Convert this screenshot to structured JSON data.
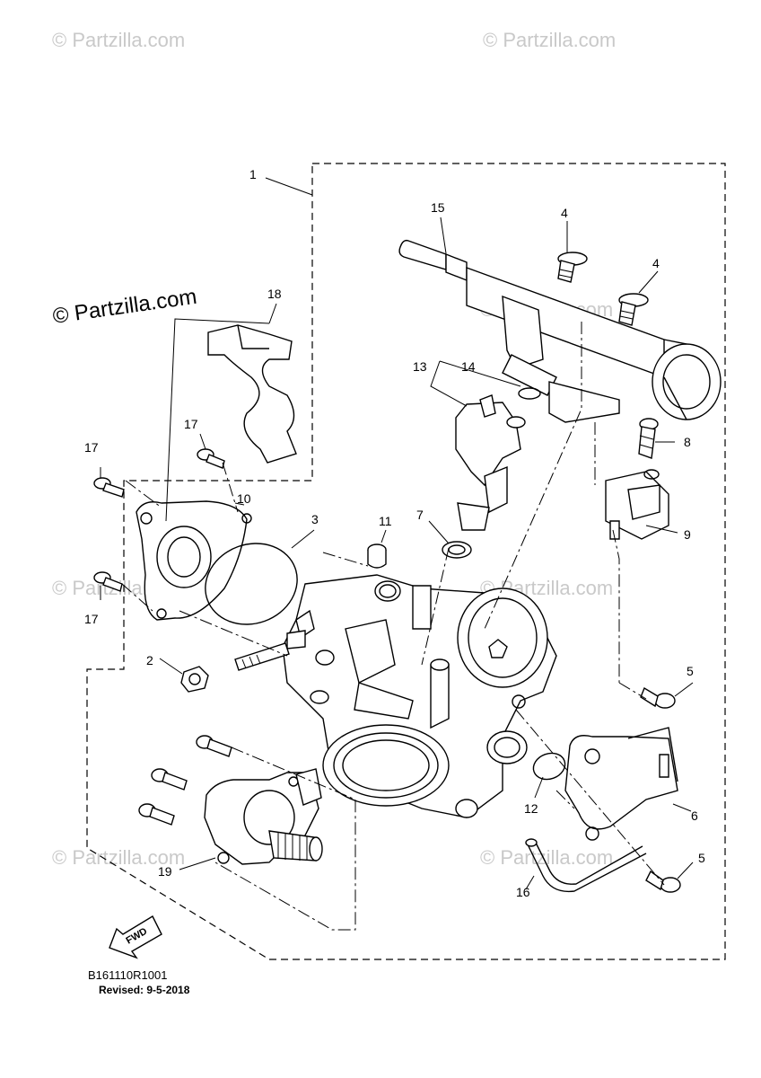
{
  "watermarks": {
    "text": "© Partzilla.com",
    "prominent": "© Partzilla.com"
  },
  "diagram": {
    "code": "B161110R1001",
    "revised": "Revised: 9-5-2018",
    "fwd_label": "FWD"
  },
  "callouts": {
    "c1": "1",
    "c2": "2",
    "c3": "3",
    "c4a": "4",
    "c4b": "4",
    "c5a": "5",
    "c5b": "5",
    "c6": "6",
    "c7": "7",
    "c8": "8",
    "c9": "9",
    "c10": "10",
    "c11": "11",
    "c12": "12",
    "c13": "13",
    "c14": "14",
    "c15": "15",
    "c16": "16",
    "c17a": "17",
    "c17b": "17",
    "c17c": "17",
    "c18": "18",
    "c19": "19"
  }
}
